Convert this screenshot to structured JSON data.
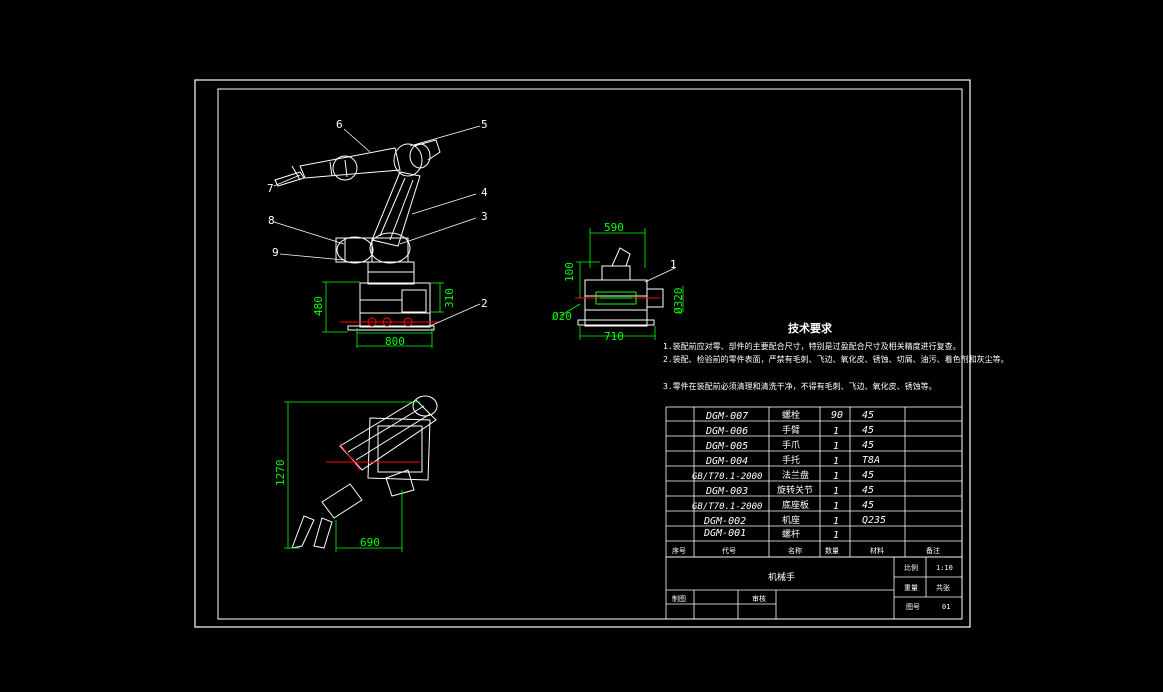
{
  "colors": {
    "background": "#000000",
    "line": "#ffffff",
    "dimension": "#00ff00",
    "accent": "#ff0000"
  },
  "side_view": {
    "balloons": [
      "6",
      "5",
      "7",
      "4",
      "8",
      "3",
      "9",
      "2"
    ],
    "dims": {
      "height_total": "480",
      "height_base": "310",
      "width_base": "800"
    }
  },
  "front_view": {
    "balloon": "1",
    "dims": {
      "top_width": "590",
      "left_height": "100",
      "right_dia": "Ø320",
      "left_dia": "Ø20",
      "bottom_width": "710"
    }
  },
  "top_view": {
    "dims": {
      "height": "1270",
      "width": "690"
    }
  },
  "tech_requirements": {
    "title": "技术要求",
    "lines": [
      "1.装配前应对零、部件的主要配合尺寸，特别是过盈配合尺寸及相关精度进行复查。",
      "2.装配、检验前的零件表面，严禁有毛刺、飞边、氧化皮、锈蚀、切屑、油污、着色剂和灰尘等。",
      "3.零件在装配前必须清理和清洗干净，不得有毛刺、飞边、氧化皮、锈蚀等。"
    ]
  },
  "parts_table": {
    "rows": [
      {
        "code": "DGM-007",
        "name": "螺栓",
        "qty": "90",
        "material": "45"
      },
      {
        "code": "DGM-006",
        "name": "手臂",
        "qty": "1",
        "material": "45"
      },
      {
        "code": "DGM-005",
        "name": "手爪",
        "qty": "1",
        "material": "45"
      },
      {
        "code": "DGM-004",
        "name": "手托",
        "qty": "1",
        "material": "T8A"
      },
      {
        "code": "GB/T70.1-2000",
        "name": "法兰盘",
        "qty": "1",
        "material": "45"
      },
      {
        "code": "DGM-003",
        "name": "旋转关节",
        "qty": "1",
        "material": "45"
      },
      {
        "code": "GB/T70.1-2000",
        "name": "底座板",
        "qty": "1",
        "material": "45"
      },
      {
        "code": "DGM-002",
        "name": "机座",
        "qty": "1",
        "material": "Q235"
      },
      {
        "code": "DGM-001",
        "name": "螺杆",
        "qty": "1",
        "material": ""
      }
    ],
    "header": [
      "序号",
      "代号",
      "名称",
      "数量",
      "材料",
      "备注"
    ]
  },
  "title_block": {
    "name": "机械手",
    "scale_label": "比例",
    "scale": "1:10",
    "weight_label": "重量",
    "sheet_label": "共张",
    "drawn_label": "制图",
    "checked_label": "审核",
    "drawing_no_label": "图号",
    "drawing_no": "01"
  }
}
